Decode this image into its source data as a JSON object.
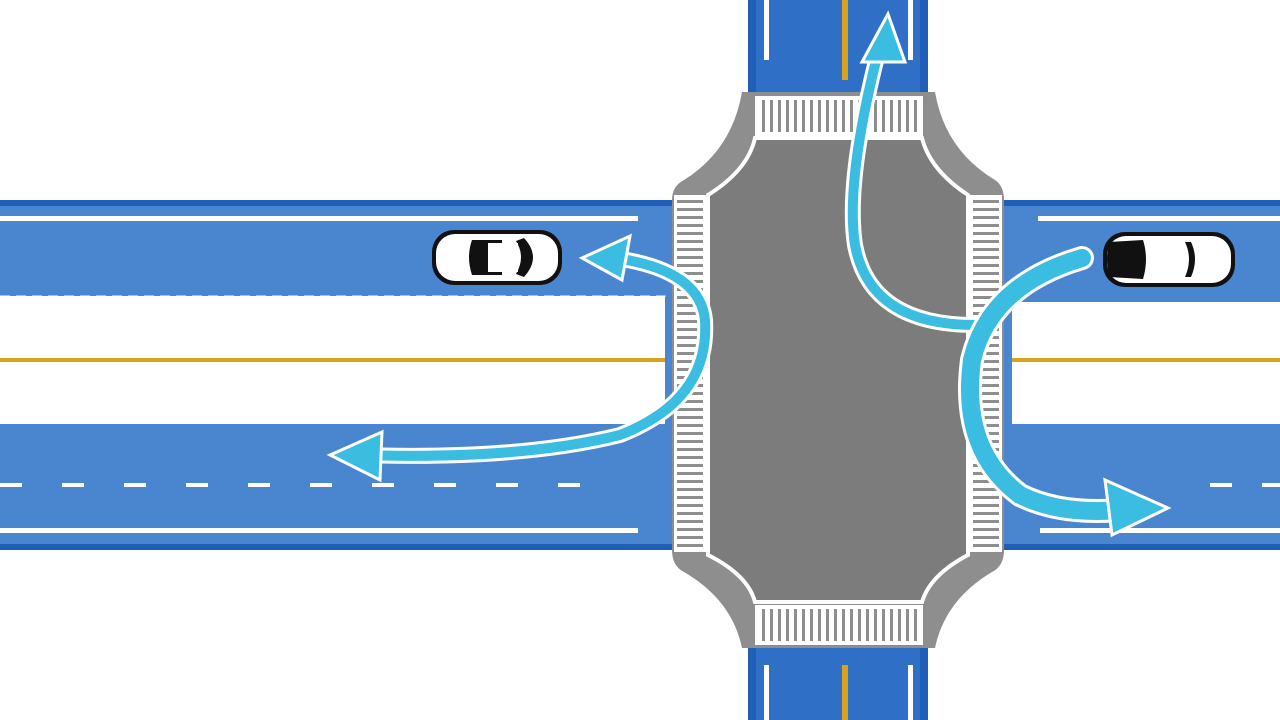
{
  "diagram": {
    "colors": {
      "road": "#4a86d0",
      "road_edge": "#1f5fb8",
      "median": "#ffffff",
      "center_line": "#d9a21c",
      "intersection": "#7c7c7c",
      "intersection_rim": "#8e8e8e",
      "crosswalk": "#ffffff",
      "arrow": "#3bbde2"
    },
    "elements": {
      "cars": [
        {
          "id": "car-west",
          "facing": "right"
        },
        {
          "id": "car-east",
          "facing": "left"
        }
      ],
      "arrows": [
        {
          "id": "arrow-left-u-turn",
          "direction": "left"
        },
        {
          "id": "arrow-left-turn",
          "direction": "left"
        },
        {
          "id": "arrow-north",
          "direction": "up"
        },
        {
          "id": "arrow-east-turn",
          "direction": "right"
        }
      ]
    }
  }
}
